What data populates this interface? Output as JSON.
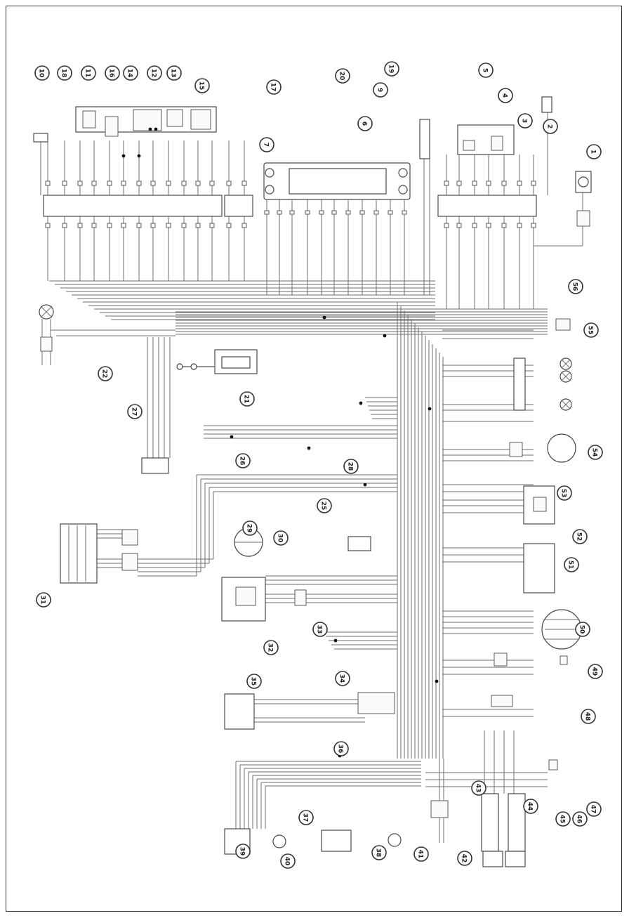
{
  "diagram": {
    "orientation": "rotated 90° (landscape schematic printed sideways)",
    "components": [
      {
        "label": "10"
      },
      {
        "label": "18"
      },
      {
        "label": "11"
      },
      {
        "label": "16"
      },
      {
        "label": "14"
      },
      {
        "label": "12"
      },
      {
        "label": "13"
      },
      {
        "label": "15"
      },
      {
        "label": "17"
      },
      {
        "label": "7"
      },
      {
        "label": "20"
      },
      {
        "label": "19"
      },
      {
        "label": "9"
      },
      {
        "label": "6"
      },
      {
        "label": "5"
      },
      {
        "label": "4"
      },
      {
        "label": "3"
      },
      {
        "label": "2"
      },
      {
        "label": "1"
      },
      {
        "label": "22"
      },
      {
        "label": "21"
      },
      {
        "label": "27"
      },
      {
        "label": "26"
      },
      {
        "label": "28"
      },
      {
        "label": "25"
      },
      {
        "label": "29"
      },
      {
        "label": "30"
      },
      {
        "label": "31"
      },
      {
        "label": "32"
      },
      {
        "label": "33"
      },
      {
        "label": "34"
      },
      {
        "label": "35"
      },
      {
        "label": "36"
      },
      {
        "label": "37"
      },
      {
        "label": "38"
      },
      {
        "label": "39"
      },
      {
        "label": "40"
      },
      {
        "label": "41"
      },
      {
        "label": "42"
      },
      {
        "label": "43"
      },
      {
        "label": "44"
      },
      {
        "label": "45"
      },
      {
        "label": "46"
      },
      {
        "label": "47"
      },
      {
        "label": "48"
      },
      {
        "label": "49"
      },
      {
        "label": "50"
      },
      {
        "label": "51"
      },
      {
        "label": "52"
      },
      {
        "label": "53"
      },
      {
        "label": "54"
      },
      {
        "label": "55"
      },
      {
        "label": "56"
      }
    ]
  }
}
